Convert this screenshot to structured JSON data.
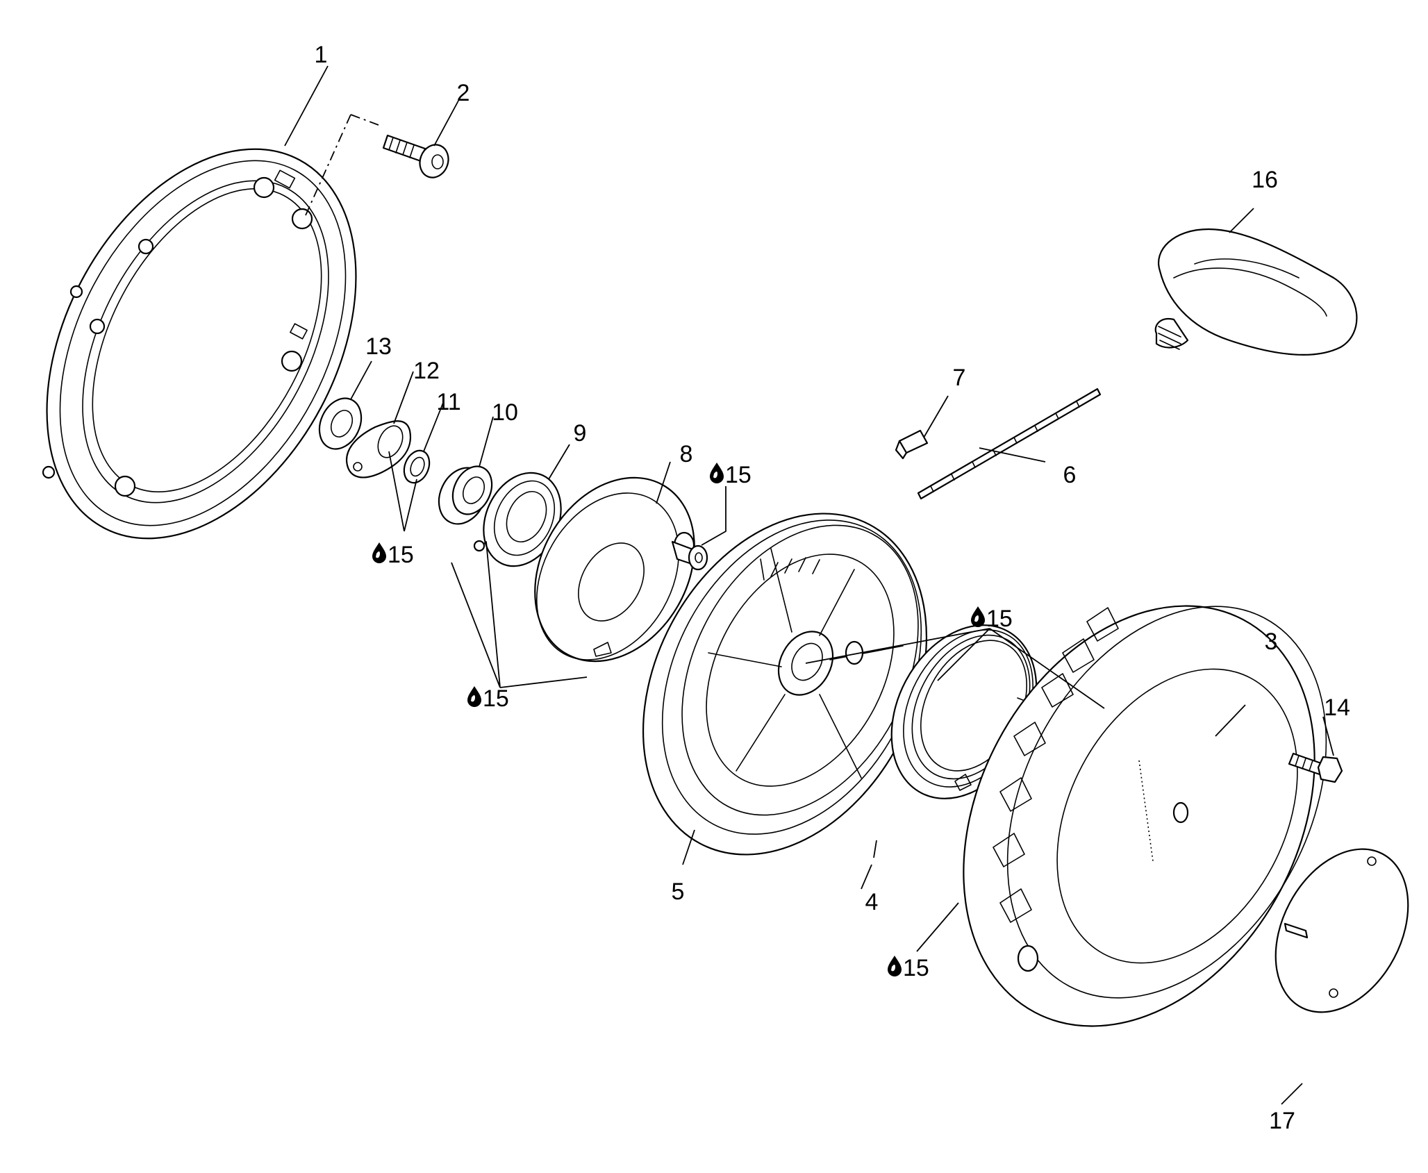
{
  "diagram": {
    "callouts": [
      {
        "id": "c1",
        "label": "1"
      },
      {
        "id": "c2",
        "label": "2"
      },
      {
        "id": "c3",
        "label": "3"
      },
      {
        "id": "c4",
        "label": "4"
      },
      {
        "id": "c5",
        "label": "5"
      },
      {
        "id": "c6",
        "label": "6"
      },
      {
        "id": "c7",
        "label": "7"
      },
      {
        "id": "c8",
        "label": "8"
      },
      {
        "id": "c9",
        "label": "9"
      },
      {
        "id": "c10",
        "label": "10"
      },
      {
        "id": "c11",
        "label": "11"
      },
      {
        "id": "c12",
        "label": "12"
      },
      {
        "id": "c13",
        "label": "13"
      },
      {
        "id": "c14",
        "label": "14"
      },
      {
        "id": "c16",
        "label": "16"
      },
      {
        "id": "c17",
        "label": "17"
      }
    ],
    "lubrication_callouts": [
      {
        "id": "l1",
        "label": "15",
        "icon": "oil-drop-icon"
      },
      {
        "id": "l2",
        "label": "15",
        "icon": "oil-drop-icon"
      },
      {
        "id": "l3",
        "label": "15",
        "icon": "oil-drop-icon"
      },
      {
        "id": "l4",
        "label": "15",
        "icon": "oil-drop-icon"
      },
      {
        "id": "l5",
        "label": "15",
        "icon": "oil-drop-icon"
      }
    ],
    "colors": {
      "line": "#000000",
      "background": "#ffffff"
    }
  }
}
